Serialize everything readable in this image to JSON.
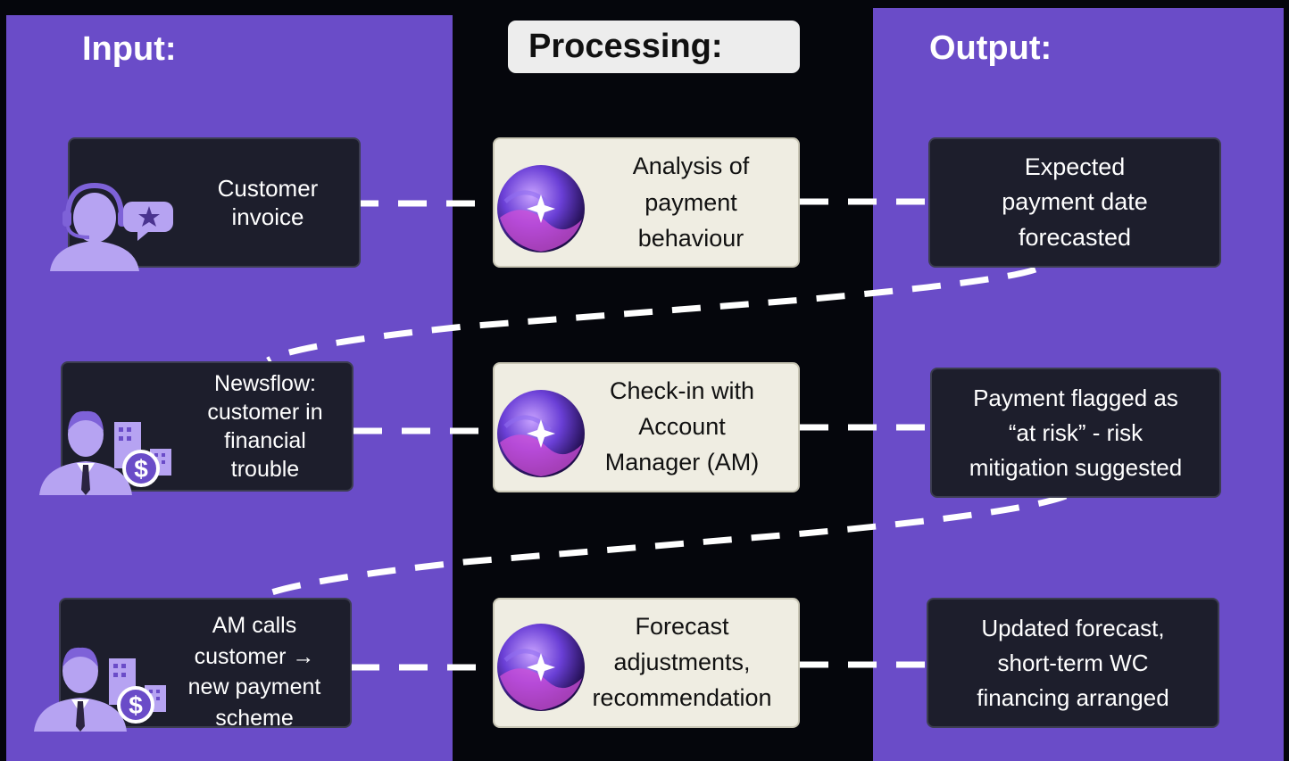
{
  "headings": {
    "input": "Input:",
    "processing": "Processing:",
    "output": "Output:"
  },
  "inputs": [
    {
      "text": "Customer\ninvoice",
      "icon": "customer-support-agent-icon"
    },
    {
      "text": "Newsflow:\ncustomer in\nfinancial\ntrouble",
      "icon": "business-person-finance-icon"
    },
    {
      "text": "AM calls\ncustomer →\nnew payment\nscheme",
      "icon": "business-person-finance-icon"
    }
  ],
  "processing": [
    {
      "text": "Analysis of\npayment\nbehaviour",
      "icon": "ai-sparkle-orb-icon"
    },
    {
      "text": "Check-in with\nAccount\nManager (AM)",
      "icon": "ai-sparkle-orb-icon"
    },
    {
      "text": "Forecast\nadjustments,\nrecommendation",
      "icon": "ai-sparkle-orb-icon"
    }
  ],
  "outputs": [
    {
      "text": "Expected\npayment date\nforecasted"
    },
    {
      "text": "Payment flagged as\n“at risk” - risk\nmitigation suggested"
    },
    {
      "text": "Updated forecast,\nshort-term WC\nfinancing arranged"
    }
  ],
  "colors": {
    "column_background": "#6a4cc8",
    "page_background": "#05060c",
    "dark_box": "#1d1e2c",
    "light_box": "#efede2",
    "connector": "#ffffff"
  }
}
